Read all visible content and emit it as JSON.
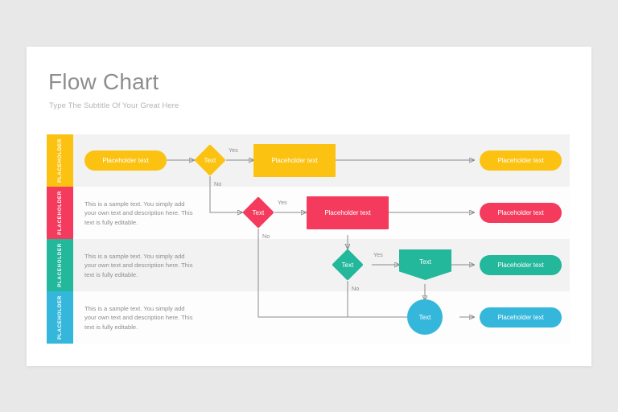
{
  "slide": {
    "title": "Flow Chart",
    "subtitle": "Type The Subtitle Of Your Great Here"
  },
  "colors": {
    "yellow": "#FCC212",
    "pink": "#F43B5E",
    "teal": "#23B79B",
    "blue": "#35B7DC",
    "connector": "#8a8a8a",
    "text_gray": "#8d8d8d",
    "title_gray": "#8e8e8e",
    "subtitle_gray": "#b4b4b4",
    "band_alt": "#f2f2f2",
    "band_plain": "#fdfdfd",
    "page_bg": "#e8e8e8",
    "card_bg": "#ffffff"
  },
  "sample_text": "This is a sample text. You simply add your own text and description here. This text is fully editable.",
  "edge_labels": {
    "yes": "Yes",
    "no": "No"
  },
  "rows": [
    {
      "tab_label": "PLACEHOLDER",
      "color": "#FCC212",
      "description": "",
      "nodes": {
        "start": "Placeholder text",
        "decision": "Text",
        "process": "Placeholder text",
        "end": "Placeholder text"
      }
    },
    {
      "tab_label": "PLACEHOLDER",
      "color": "#F43B5E",
      "description": "This is a sample text. You simply add your own text and description here. This text is fully editable.",
      "nodes": {
        "decision": "Text",
        "process": "Placeholder text",
        "end": "Placeholder text"
      }
    },
    {
      "tab_label": "PLACEHOLDER",
      "color": "#23B79B",
      "description": "This is a sample text. You simply add your own text and description here. This text is fully editable.",
      "nodes": {
        "decision": "Text",
        "process": "Text",
        "end": "Placeholder text"
      }
    },
    {
      "tab_label": "PLACEHOLDER",
      "color": "#35B7DC",
      "description": "This is a sample text. You simply add your own text and description here. This text is fully editable.",
      "nodes": {
        "process": "Text",
        "end": "Placeholder text"
      }
    }
  ]
}
